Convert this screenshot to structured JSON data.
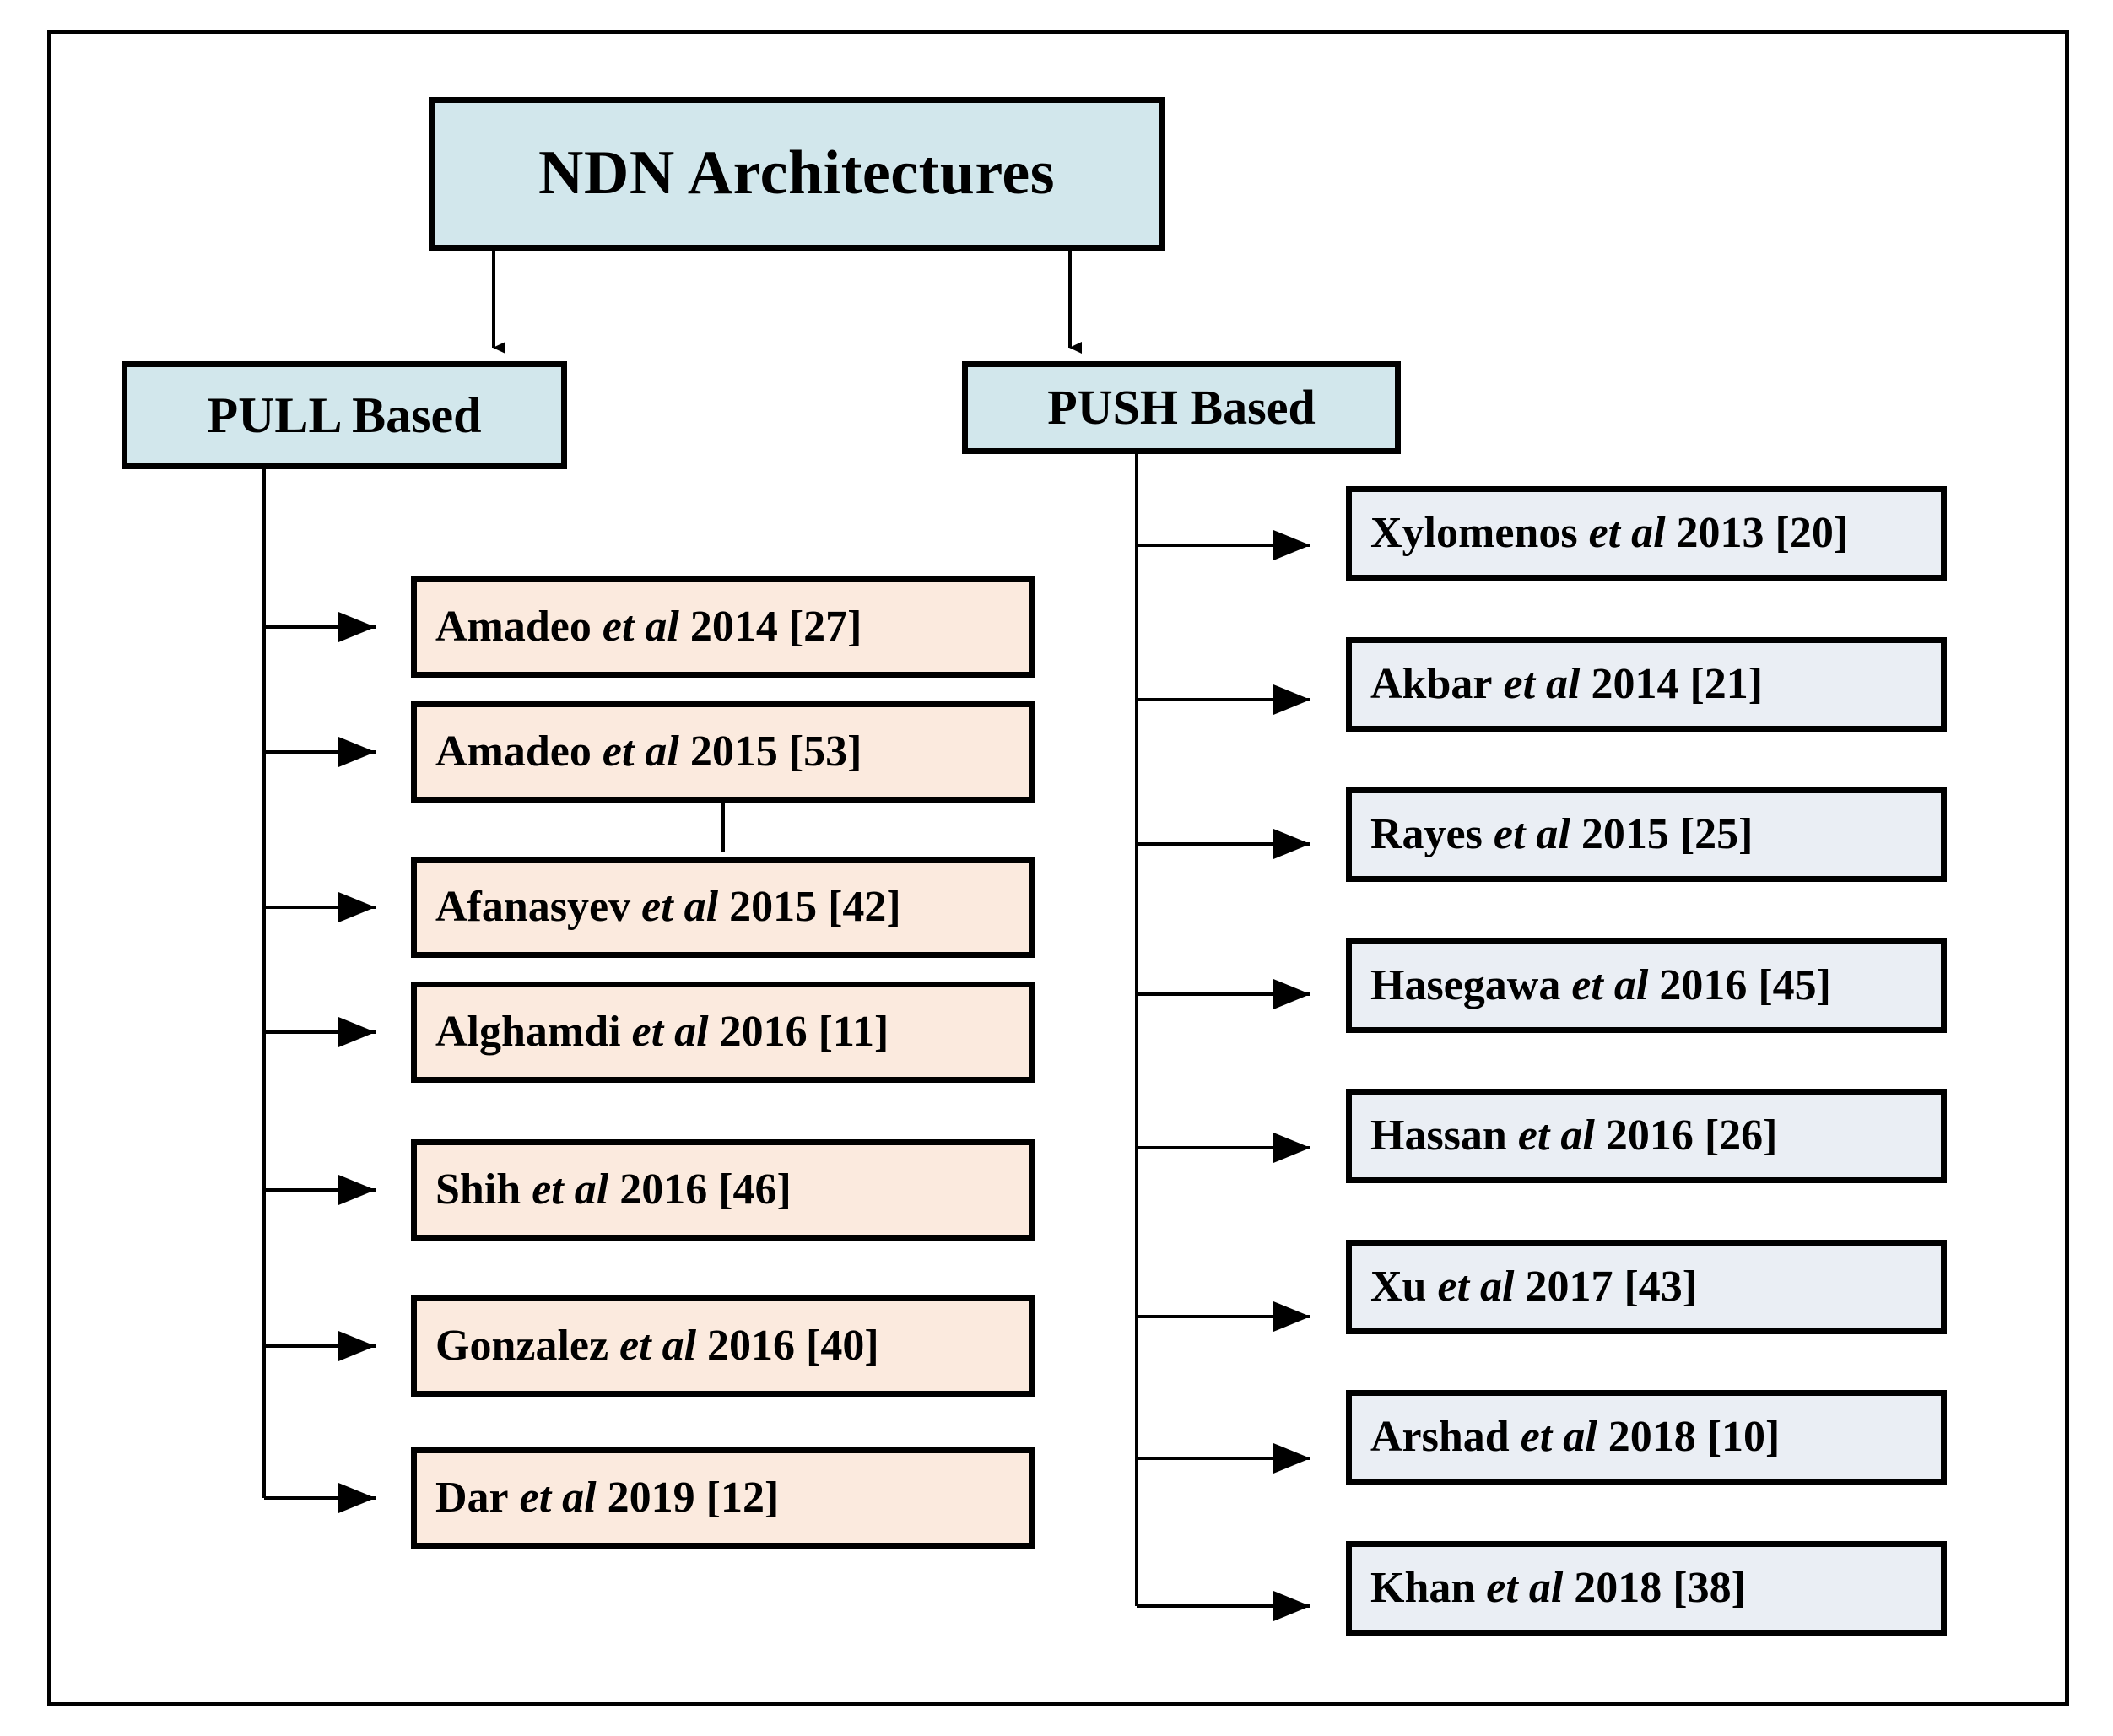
{
  "diagram": {
    "title": "NDN Architectures",
    "type": "tree",
    "colors": {
      "root_fill": "#d2e7ec",
      "branch_fill": "#d2e7ec",
      "pull_leaf_fill": "#fbeade",
      "push_leaf_fill": "#eaeef4",
      "border": "#000000",
      "page_background": "#ffffff"
    },
    "root": {
      "label": "NDN Architectures"
    },
    "branches": [
      {
        "id": "pull",
        "label": "PULL Based",
        "leaves": [
          {
            "author": "Amadeo",
            "etal": "et al",
            "year": "2014",
            "ref": "[27]",
            "label": "Amadeo et al 2014 [27]"
          },
          {
            "author": "Amadeo",
            "etal": "et al",
            "year": "2015",
            "ref": "[53]",
            "label": "Amadeo et al 2015 [53]"
          },
          {
            "author": "Afanasyev",
            "etal": "et al",
            "year": "2015",
            "ref": "[42]",
            "label": "Afanasyev et al 2015 [42]"
          },
          {
            "author": "Alghamdi",
            "etal": "et al",
            "year": "2016",
            "ref": "[11]",
            "label": "Alghamdi et al 2016 [11]"
          },
          {
            "author": "Shih",
            "etal": "et al",
            "year": "2016",
            "ref": "[46]",
            "label": "Shih et al 2016 [46]"
          },
          {
            "author": "Gonzalez",
            "etal": "et al",
            "year": "2016",
            "ref": "[40]",
            "label": "Gonzalez et al 2016 [40]"
          },
          {
            "author": "Dar",
            "etal": "et al",
            "year": "2019",
            "ref": "[12]",
            "label": "Dar et al 2019 [12]"
          }
        ]
      },
      {
        "id": "push",
        "label": "PUSH Based",
        "leaves": [
          {
            "author": "Xylomenos",
            "etal": "et al",
            "year": "2013",
            "ref": "[20]",
            "label": "Xylomenos et al 2013 [20]"
          },
          {
            "author": "Akbar",
            "etal": "et al",
            "year": "2014",
            "ref": "[21]",
            "label": "Akbar et al 2014 [21]"
          },
          {
            "author": "Rayes",
            "etal": "et al",
            "year": "2015",
            "ref": "[25]",
            "label": "Rayes et al 2015 [25]"
          },
          {
            "author": "Hasegawa",
            "etal": "et al",
            "year": "2016",
            "ref": "[45]",
            "label": "Hasegawa et al 2016 [45]"
          },
          {
            "author": "Hassan",
            "etal": "et al",
            "year": "2016",
            "ref": "[26]",
            "label": "Hassan et al 2016 [26]"
          },
          {
            "author": "Xu",
            "etal": "et al",
            "year": "2017",
            "ref": "[43]",
            "label": "Xu et al 2017 [43]"
          },
          {
            "author": "Arshad",
            "etal": "et al",
            "year": "2018",
            "ref": "[10]",
            "label": "Arshad et al 2018 [10]"
          },
          {
            "author": "Khan",
            "etal": "et al",
            "year": "2018",
            "ref": "[38]",
            "label": "Khan et al 2018 [38]"
          }
        ]
      }
    ]
  }
}
